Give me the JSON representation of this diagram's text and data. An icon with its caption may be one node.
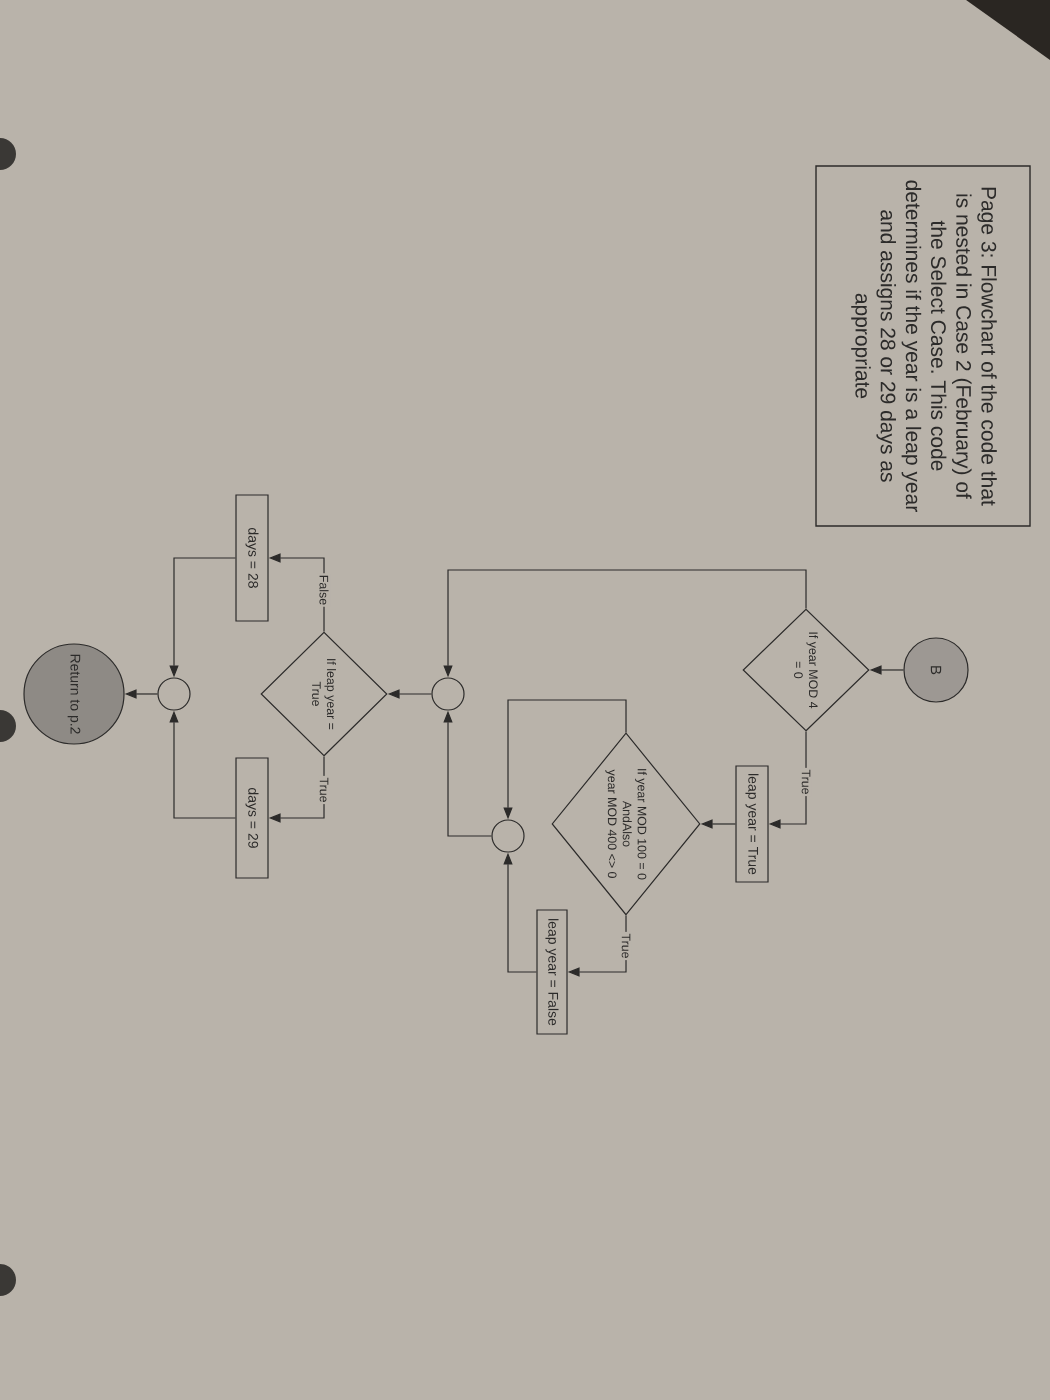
{
  "diagram": {
    "title": "Page 3: Flowchart of the code that is nested in Case 2 (February) of the Select Case. This code determines if the year is a leap year and assigns 28 or 29 days as appropriate",
    "nodes": [
      {
        "text": [
          "B"
        ]
      },
      {
        "text": [
          "If year MOD 4 = 0"
        ]
      },
      {
        "text": [
          "leap year = True"
        ]
      },
      {
        "text": [
          "If year MOD 100 = 0 AndAlso year MOD 400 <> 0"
        ]
      },
      {
        "text": [
          "leap year = False"
        ]
      },
      {
        "text": [],
        "shape": "circle"
      },
      {
        "text": [],
        "shape": "circle"
      },
      {
        "text": [
          "If leap year = True"
        ]
      },
      {
        "text": [
          "days = 28"
        ]
      },
      {
        "text": [
          "days = 29"
        ]
      },
      {
        "text": [],
        "shape": "circle"
      },
      {
        "text": [
          "Return to p.2"
        ]
      }
    ],
    "edges": [
      {
        "from": 0,
        "to": 1,
        "arrow": "to"
      },
      {
        "from": 1,
        "to": 2,
        "arrow": "to",
        "label": "True"
      },
      {
        "from": 1,
        "to": 6,
        "arrow": "to"
      },
      {
        "from": 2,
        "to": 3,
        "arrow": "to"
      },
      {
        "from": 3,
        "to": 4,
        "arrow": "to",
        "label": "True"
      },
      {
        "from": 3,
        "to": 5,
        "arrow": "to"
      },
      {
        "from": 4,
        "to": 5,
        "arrow": "to"
      },
      {
        "from": 5,
        "to": 6,
        "arrow": "to"
      },
      {
        "from": 6,
        "to": 7,
        "arrow": "to"
      },
      {
        "from": 7,
        "to": 8,
        "arrow": "to",
        "label": "False"
      },
      {
        "from": 7,
        "to": 9,
        "arrow": "to",
        "label": "True"
      },
      {
        "from": 8,
        "to": 10,
        "arrow": "to"
      },
      {
        "from": 9,
        "to": 10,
        "arrow": "to"
      },
      {
        "from": 10,
        "to": 11,
        "arrow": "to"
      }
    ]
  }
}
